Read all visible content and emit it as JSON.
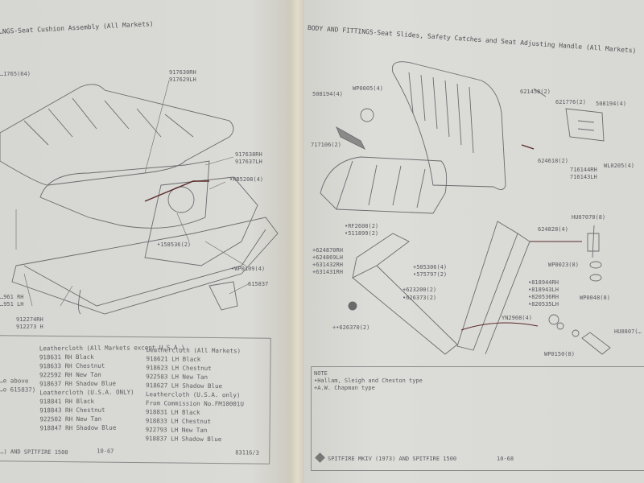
{
  "left_page": {
    "title": "…NGS-Seat Cushion Assembly (All Markets)",
    "callouts": [
      "…1765(64)",
      "917630RH",
      "917629LH",
      "917638RH",
      "917637LH",
      "•RB5208(4)",
      "•158536(2)",
      "•WP0109(4)",
      "615837",
      "…961 RH",
      "…951 LH",
      "912274RH",
      "912273 H"
    ],
    "table": {
      "col1_heading": "Leathercloth (All Markets except U.S.A.)",
      "col1_items": [
        "918631 RH Black",
        "918633 RH Chestnut",
        "922592 RH New Tan",
        "918637 RH Shadow Blue"
      ],
      "col1_heading2": "Leathercloth (U.S.A. ONLY)",
      "col1_items2": [
        "918841 RH Black",
        "918843 RH Chestnut",
        "922502 RH New Tan",
        "918847 RH Shadow Blue"
      ],
      "side_note": [
        "…e above",
        "…o 615837)"
      ],
      "col2_heading": "Leathercloth (All Markets)",
      "col2_items": [
        "918621 LH Black",
        "918623 LH Chestnut",
        "922583 LH New Tan",
        "918627 LH Shadow Blue"
      ],
      "col2_heading2": "Leathercloth (U.S.A. only)",
      "col2_note": "From Commission No.FM10001U",
      "col2_items2": [
        "918831 LH Black",
        "918833 LH Chestnut",
        "922793 LH New Tan",
        "918837 LH Shadow Blue"
      ]
    },
    "footer": {
      "model": "…) AND SPITFIRE 1500",
      "page": "10-67",
      "ref": "83116/3"
    }
  },
  "right_page": {
    "title": "BODY AND FITTINGS-Seat Slides, Safety Catches and Seat Adjusting Handle (All Markets)",
    "callouts": [
      "508194(4)",
      "WP0005(4)",
      "717106(2)",
      "621458(2)",
      "621776(2)",
      "508194(4)",
      "624618(2)",
      "716144RH",
      "716143LH",
      "WL0205(4)",
      "624828(4)",
      "HU07070(8)",
      "WP0023(8)",
      "WP0048(8)",
      "•RF2608(2)",
      "•511899(2)",
      "+624870RH",
      "+624869LH",
      "+631432RH",
      "+631431RH",
      "+505306(4)",
      "•575797(2)",
      "+623200(2)",
      "•626373(2)",
      "•818944RH",
      "•818943LH",
      "•820536RH",
      "•820535LH",
      "YN2908(4)",
      "HU0807(…",
      "WP0150(8)",
      "+•626370(2)"
    ],
    "note": {
      "heading": "NOTE",
      "lines": [
        "•Hallam, Sleigh and Cheston type",
        "+A.W. Chapman type"
      ]
    },
    "footer": {
      "model": "SPITFIRE MKIV (1973) AND SPITFIRE 1500",
      "page": "10-68"
    }
  }
}
